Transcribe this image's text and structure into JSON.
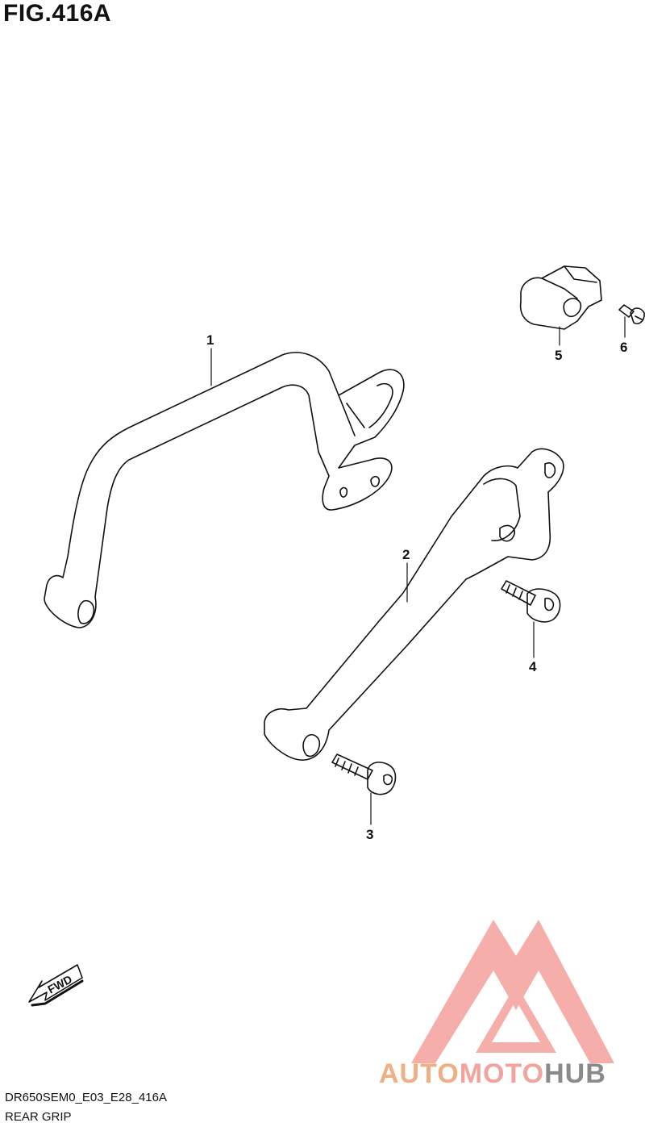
{
  "figure": {
    "title": "FIG.416A"
  },
  "callouts": [
    {
      "id": "1",
      "label": "1"
    },
    {
      "id": "2",
      "label": "2"
    },
    {
      "id": "3",
      "label": "3"
    },
    {
      "id": "4",
      "label": "4"
    },
    {
      "id": "5",
      "label": "5"
    },
    {
      "id": "6",
      "label": "6"
    }
  ],
  "direction": {
    "label": "FWD"
  },
  "footer": {
    "code": "DR650SEM0_E03_E28_416A",
    "name": "REAR GRIP"
  },
  "watermark": {
    "part1": "AUTO",
    "part2": "MOTO",
    "part3": "HUB",
    "colors": {
      "auto": "#f0ae83",
      "moto": "#f2a39b",
      "hub": "#8a8a8a",
      "logo": "#f4a6a0"
    }
  }
}
